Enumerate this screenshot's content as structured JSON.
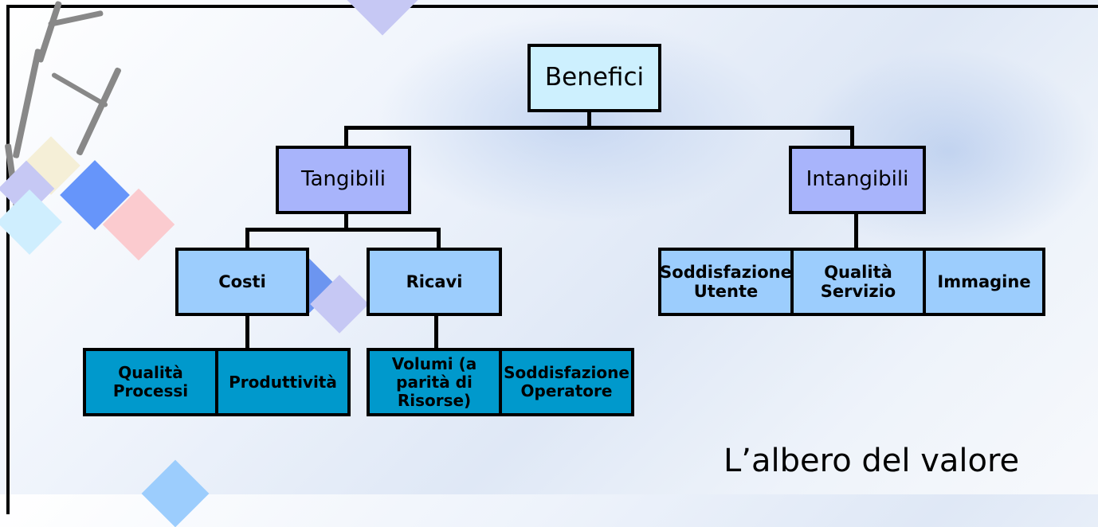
{
  "diagram": {
    "root": {
      "label": "Benefici"
    },
    "level1": [
      {
        "label": "Tangibili"
      },
      {
        "label": "Intangibili"
      }
    ],
    "tangibili_children": [
      {
        "label": "Costi"
      },
      {
        "label": "Ricavi"
      }
    ],
    "intangibili_children": [
      {
        "label": "Soddisfazione Utente"
      },
      {
        "label": "Qualità Servizio"
      },
      {
        "label": "Immagine"
      }
    ],
    "costi_children": [
      {
        "label": "Qualità Processi"
      },
      {
        "label": "Produttività"
      }
    ],
    "ricavi_children": [
      {
        "label": "Volumi (a parità di Risorse)"
      },
      {
        "label": "Soddisfazione Operatore"
      }
    ]
  },
  "caption": "L’albero del valore",
  "colors": {
    "root_fill": "#cdf0fe",
    "level1_fill": "#a8b4fb",
    "level2_fill": "#9ccdfd",
    "level3_fill": "#0099cc",
    "border": "#000000"
  }
}
